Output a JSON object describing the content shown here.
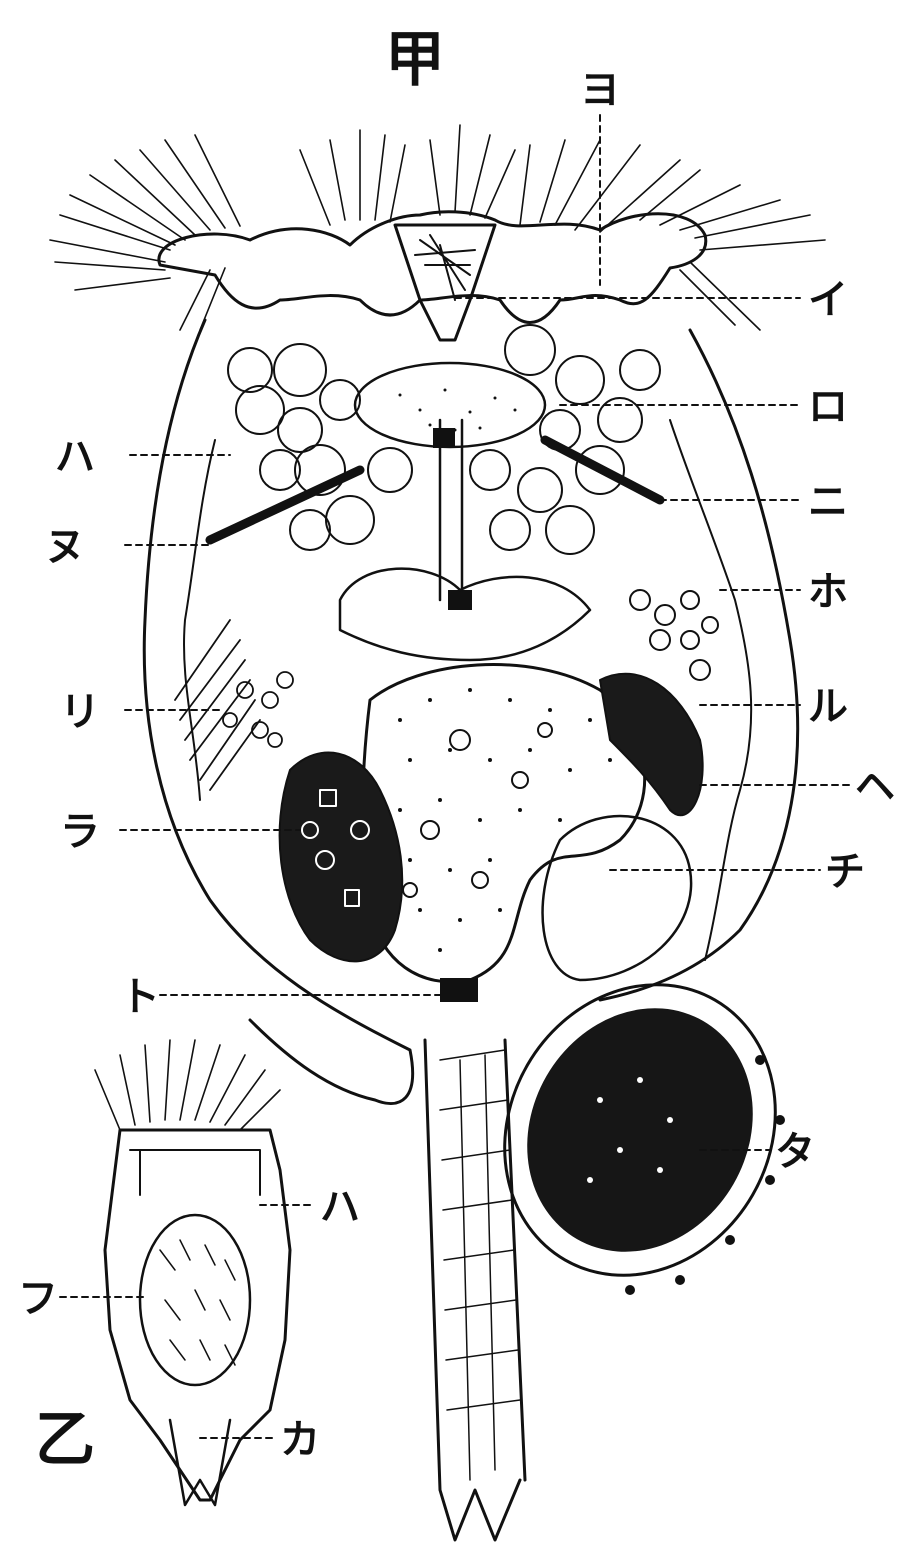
{
  "figure_a": {
    "title": "甲",
    "labels": {
      "yo": "ヨ",
      "i": "イ",
      "ro": "ロ",
      "ha": "ハ",
      "nu": "ヌ",
      "ni": "ニ",
      "ho": "ホ",
      "ri": "リ",
      "ru": "ル",
      "ra": "ラ",
      "he": "ヘ",
      "chi": "チ",
      "to": "ト",
      "ta": "タ"
    }
  },
  "figure_b": {
    "title": "乙",
    "labels": {
      "ha": "ハ",
      "fu": "フ",
      "ka": "カ"
    }
  },
  "colors": {
    "ink": "#111111",
    "paper": "#ffffff"
  }
}
